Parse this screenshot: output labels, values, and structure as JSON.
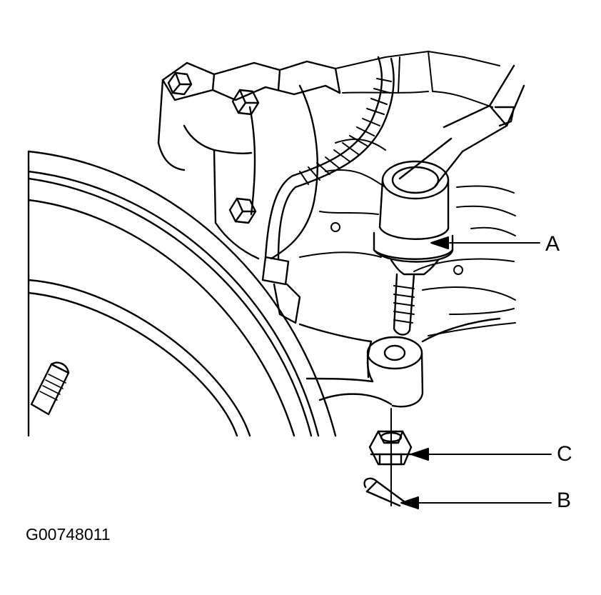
{
  "callouts": {
    "a": "A",
    "b": "B",
    "c": "C"
  },
  "figure_id": "G00748011",
  "colors": {
    "ink": "#000000",
    "paper": "#ffffff"
  },
  "parts": {
    "a": "tie-rod-end",
    "b": "cotter-pin",
    "c": "castle-nut"
  }
}
